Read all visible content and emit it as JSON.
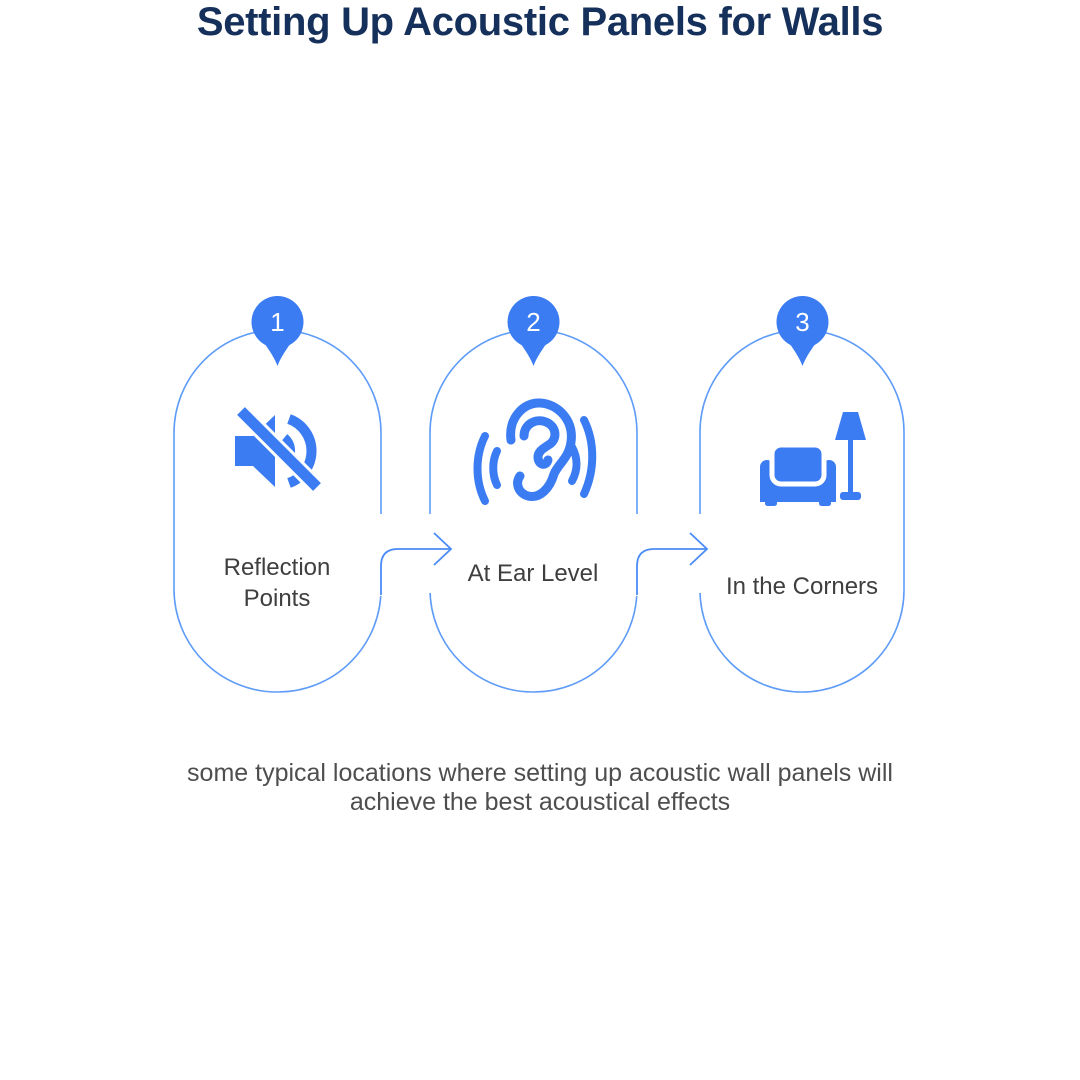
{
  "title": "Setting Up Acoustic Panels for Walls",
  "subtitle_lines": [
    "some typical locations where setting up acoustic wall panels will",
    "achieve the best acoustical effects"
  ],
  "steps": [
    {
      "number": "1",
      "label": "Reflection Points",
      "icon": "volume-mute-icon"
    },
    {
      "number": "2",
      "label": "At Ear Level",
      "icon": "ear-listening-icon"
    },
    {
      "number": "3",
      "label": "In the Corners",
      "icon": "armchair-lamp-icon"
    }
  ],
  "colors": {
    "accent_blue": "#3b7cf3",
    "capsule_outline": "#5f9cf8",
    "arrow_blue": "#4a8bf5",
    "title_text": "#15305a",
    "label_text": "#3f3f3f",
    "subtitle_text": "#4e4e4e",
    "badge_text": "#ffffff",
    "background": "#ffffff"
  }
}
